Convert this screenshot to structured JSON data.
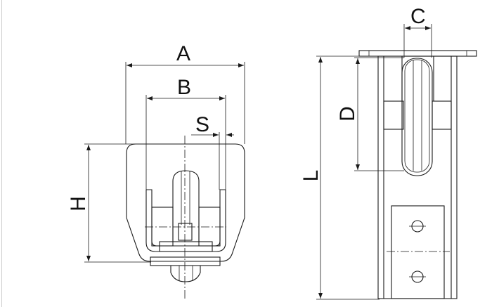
{
  "labels": {
    "A": "A",
    "B": "B",
    "S": "S",
    "H": "H",
    "C": "C",
    "D": "D",
    "L": "L"
  }
}
